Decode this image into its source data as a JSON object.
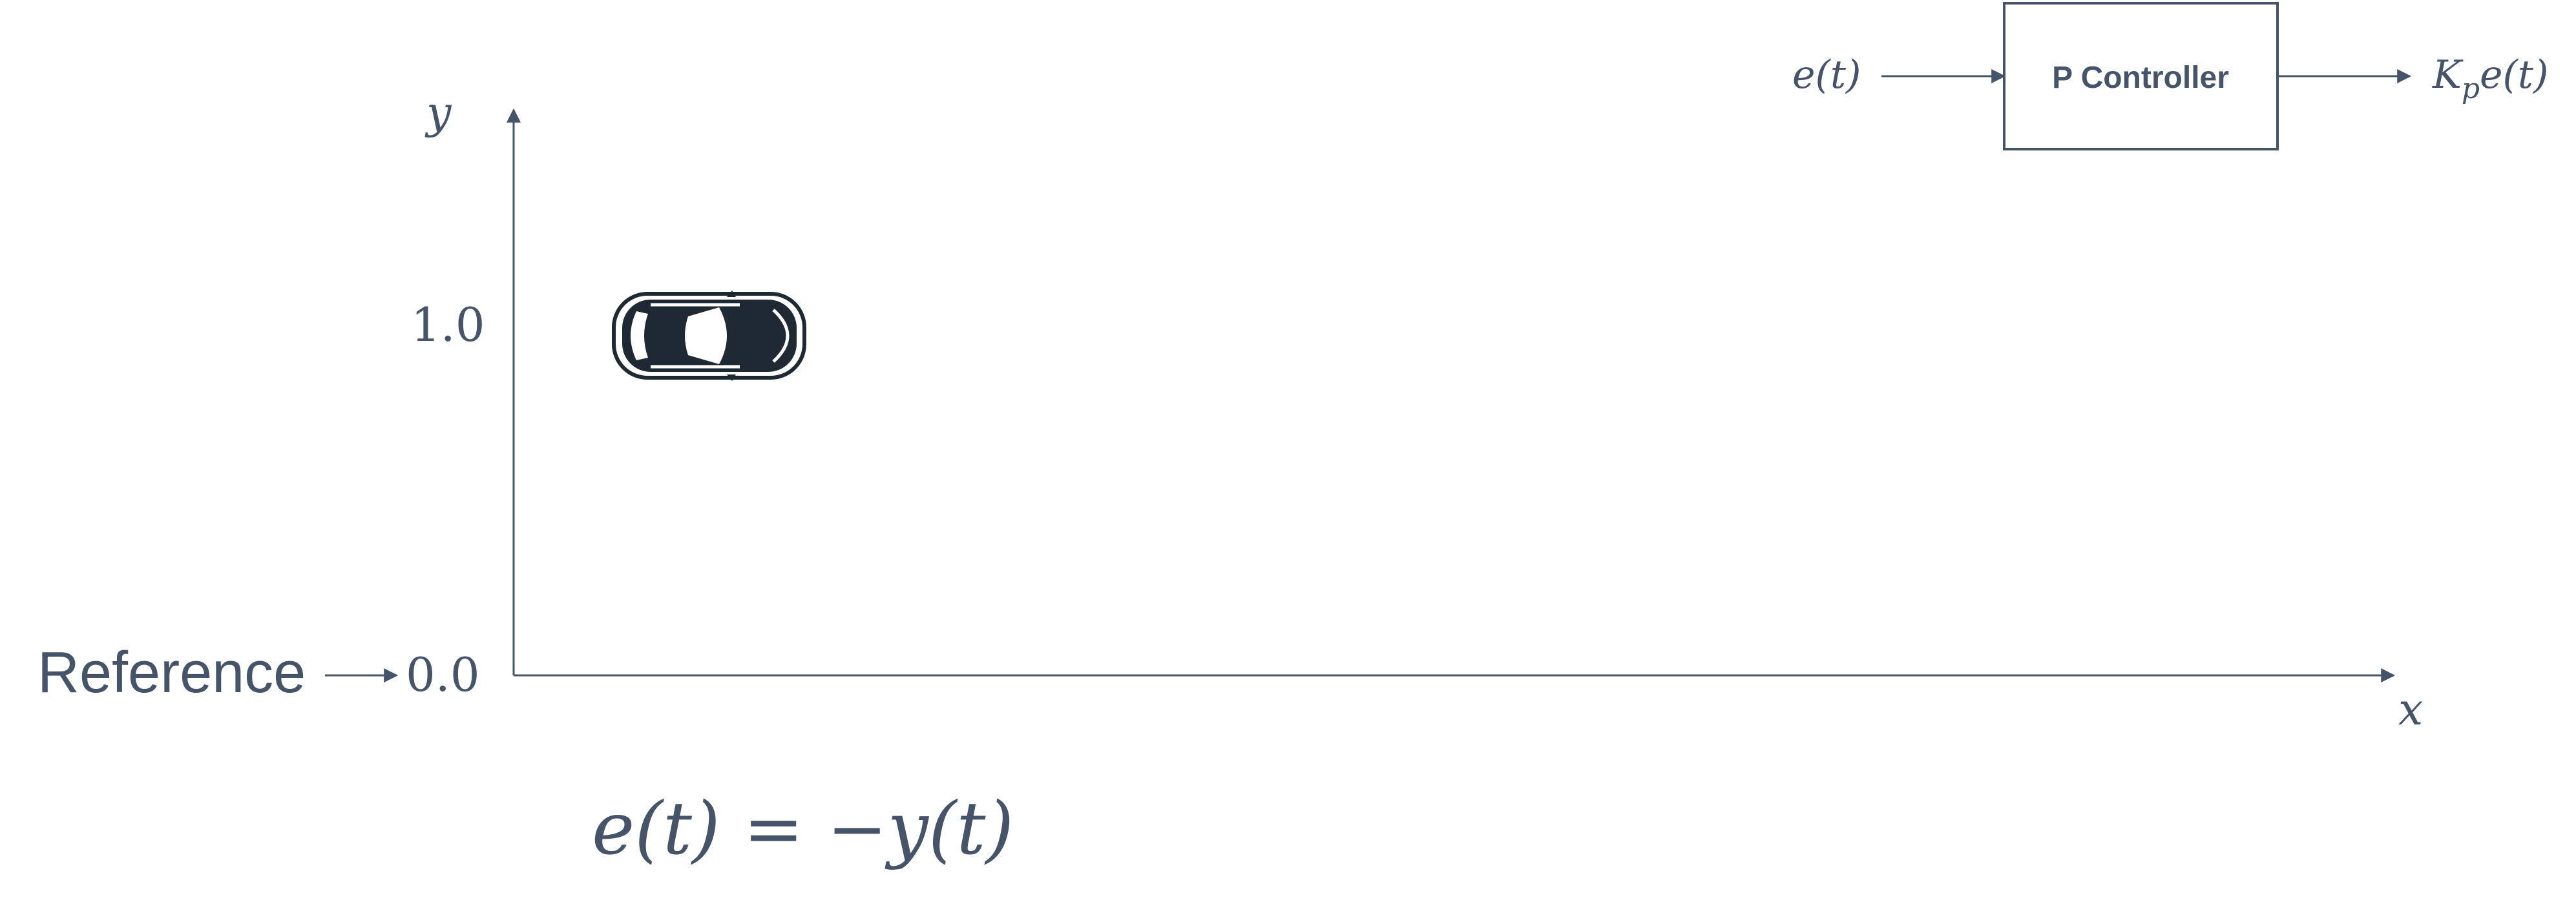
{
  "colors": {
    "ink": "#46546a",
    "car_body": "#1f2933",
    "background": "#ffffff"
  },
  "axes": {
    "x_label": "x",
    "y_label": "y",
    "y_tick_top": "1.0",
    "y_tick_zero": "0.0"
  },
  "reference": {
    "label": "Reference"
  },
  "car": {
    "icon": "car-top-view-icon",
    "y_value": 1.0
  },
  "controller": {
    "input_label": "e(t)",
    "block_label": "P Controller",
    "output_K": "K",
    "output_sub": "p",
    "output_rest": "e(t)"
  },
  "equation": {
    "text": "e(t) = −y(t)"
  }
}
